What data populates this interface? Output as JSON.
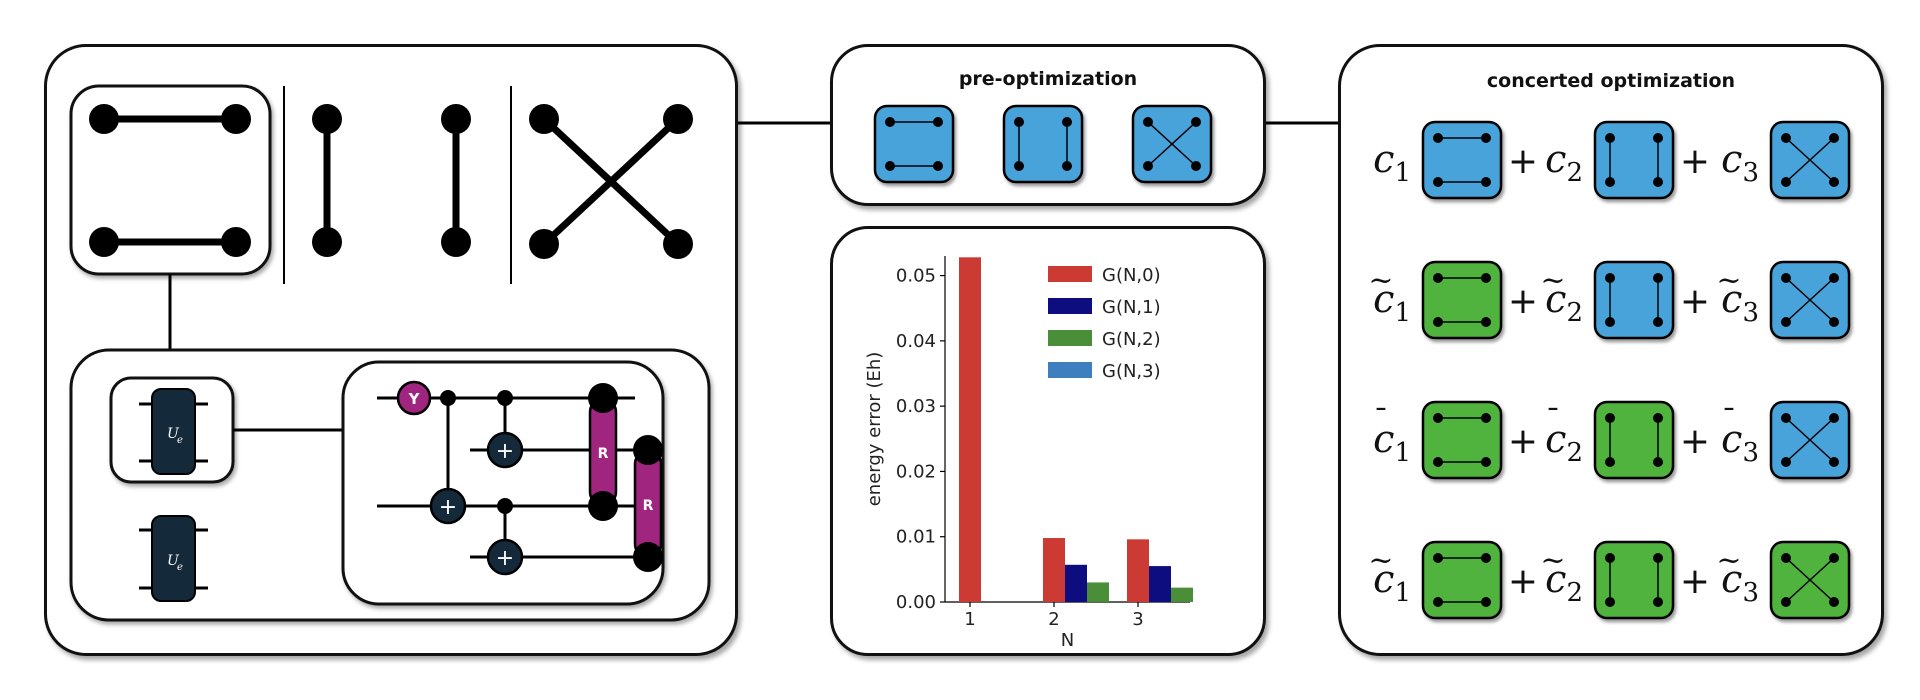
{
  "circuit": {
    "y_gate_label": "Y",
    "cnot_symbol": "+",
    "r_gate_label": "R",
    "ue_label": "U",
    "ue_subscript": "e"
  },
  "pre_optimization": {
    "title": "pre-optimization"
  },
  "concerted_optimization": {
    "title": "concerted optimization",
    "rows": [
      {
        "accent": "",
        "coeffs": [
          "c",
          "c",
          "c"
        ],
        "subs": [
          "1",
          "2",
          "3"
        ],
        "colors": [
          "blue",
          "blue",
          "blue"
        ],
        "plus": "+"
      },
      {
        "accent": "~",
        "coeffs": [
          "c",
          "c",
          "c"
        ],
        "subs": [
          "1",
          "2",
          "3"
        ],
        "colors": [
          "green",
          "blue",
          "blue"
        ],
        "plus": "+"
      },
      {
        "accent": "¯",
        "coeffs": [
          "c",
          "c",
          "c"
        ],
        "subs": [
          "1",
          "2",
          "3"
        ],
        "colors": [
          "green",
          "green",
          "blue"
        ],
        "plus": "+"
      },
      {
        "accent": "~",
        "coeffs": [
          "c",
          "c",
          "c"
        ],
        "subs": [
          "1",
          "2",
          "3"
        ],
        "colors": [
          "green",
          "green",
          "green"
        ],
        "plus": "+"
      }
    ]
  },
  "colors": {
    "blue_box": "#4aa3db",
    "green_box": "#4fb33c",
    "gate_magenta": "#a0257f",
    "gate_navy": "#14293a",
    "series": [
      "#cc3b33",
      "#0d0d80",
      "#4b8e3a",
      "#3d7fbf"
    ]
  },
  "chart_data": {
    "type": "bar",
    "categories": [
      "1",
      "2",
      "3"
    ],
    "series": [
      {
        "name": "G(N,0)",
        "values": [
          0.0528,
          0.0098,
          0.0096
        ]
      },
      {
        "name": "G(N,1)",
        "values": [
          null,
          0.0057,
          0.0055
        ]
      },
      {
        "name": "G(N,2)",
        "values": [
          null,
          0.003,
          0.0022
        ]
      },
      {
        "name": "G(N,3)",
        "values": [
          null,
          null,
          null
        ]
      }
    ],
    "xlabel": "N",
    "ylabel": "energy error (Eh)",
    "ylim": [
      0,
      0.053
    ],
    "yticks": [
      "0.00",
      "0.01",
      "0.02",
      "0.03",
      "0.04",
      "0.05"
    ],
    "ytick_values": [
      0,
      0.01,
      0.02,
      0.03,
      0.04,
      0.05
    ],
    "grid": false,
    "legend_position": "top-right"
  }
}
